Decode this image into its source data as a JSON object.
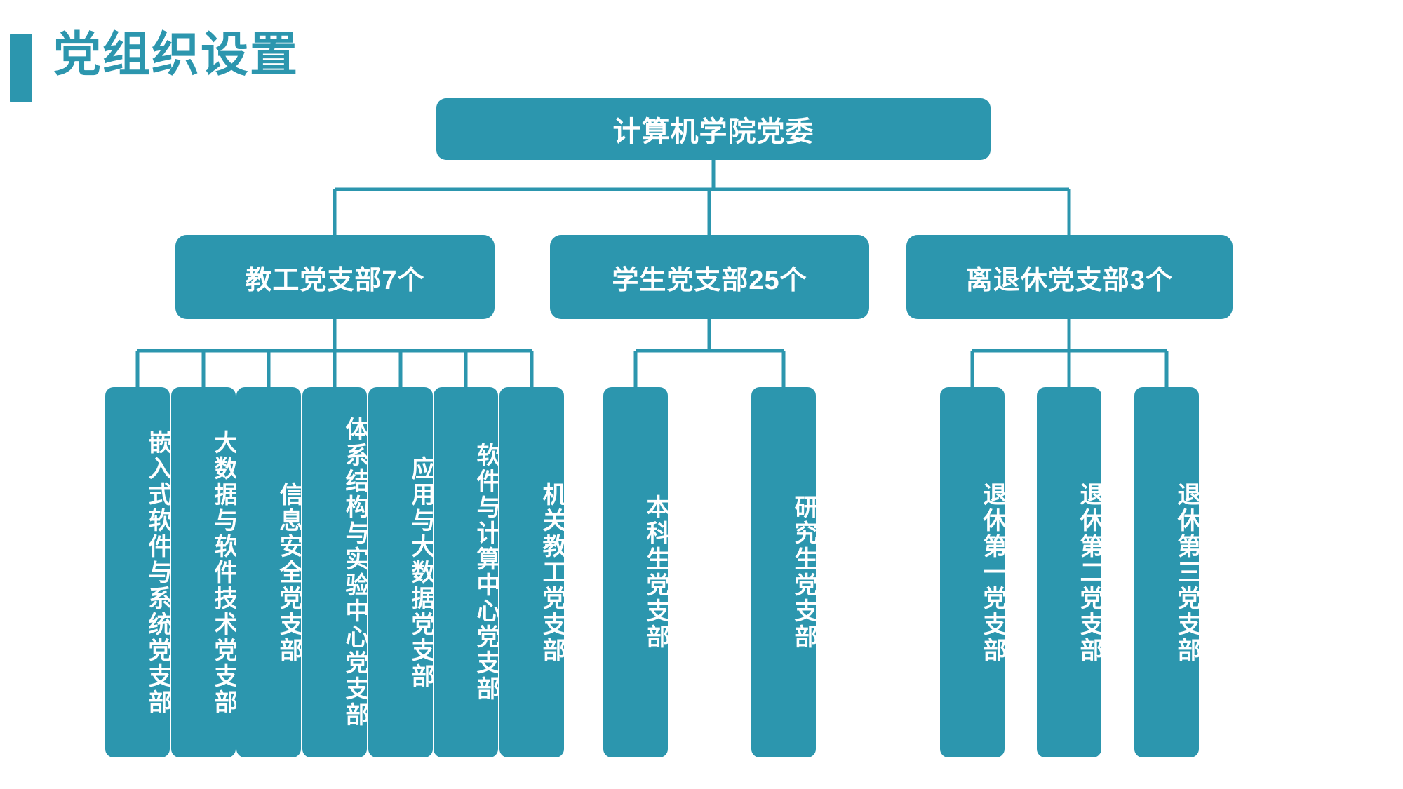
{
  "page": {
    "title": "党组织设置",
    "accent_color": "#2C96AE",
    "node_text_color": "#FFFFFF",
    "background_color": "#FFFFFF"
  },
  "chart": {
    "type": "org-chart",
    "root": {
      "label": "计算机学院党委"
    },
    "groups": [
      {
        "label": "教工党支部7个",
        "count": 7,
        "children": [
          {
            "label": "嵌入式软件与系统党支部"
          },
          {
            "label": "大数据与软件技术党支部"
          },
          {
            "label": "信息安全党支部"
          },
          {
            "label": "体系结构与实验中心党支部"
          },
          {
            "label": "应用与大数据党支部"
          },
          {
            "label": "软件与计算中心党支部"
          },
          {
            "label": "机关教工党支部"
          }
        ]
      },
      {
        "label": "学生党支部25个",
        "count": 25,
        "children": [
          {
            "label": "本科生党支部"
          },
          {
            "label": "研究生党支部"
          }
        ]
      },
      {
        "label": "离退休党支部3个",
        "count": 3,
        "children": [
          {
            "label": "退休第一党支部"
          },
          {
            "label": "退休第二党支部"
          },
          {
            "label": "退休第三党支部"
          }
        ]
      }
    ]
  }
}
